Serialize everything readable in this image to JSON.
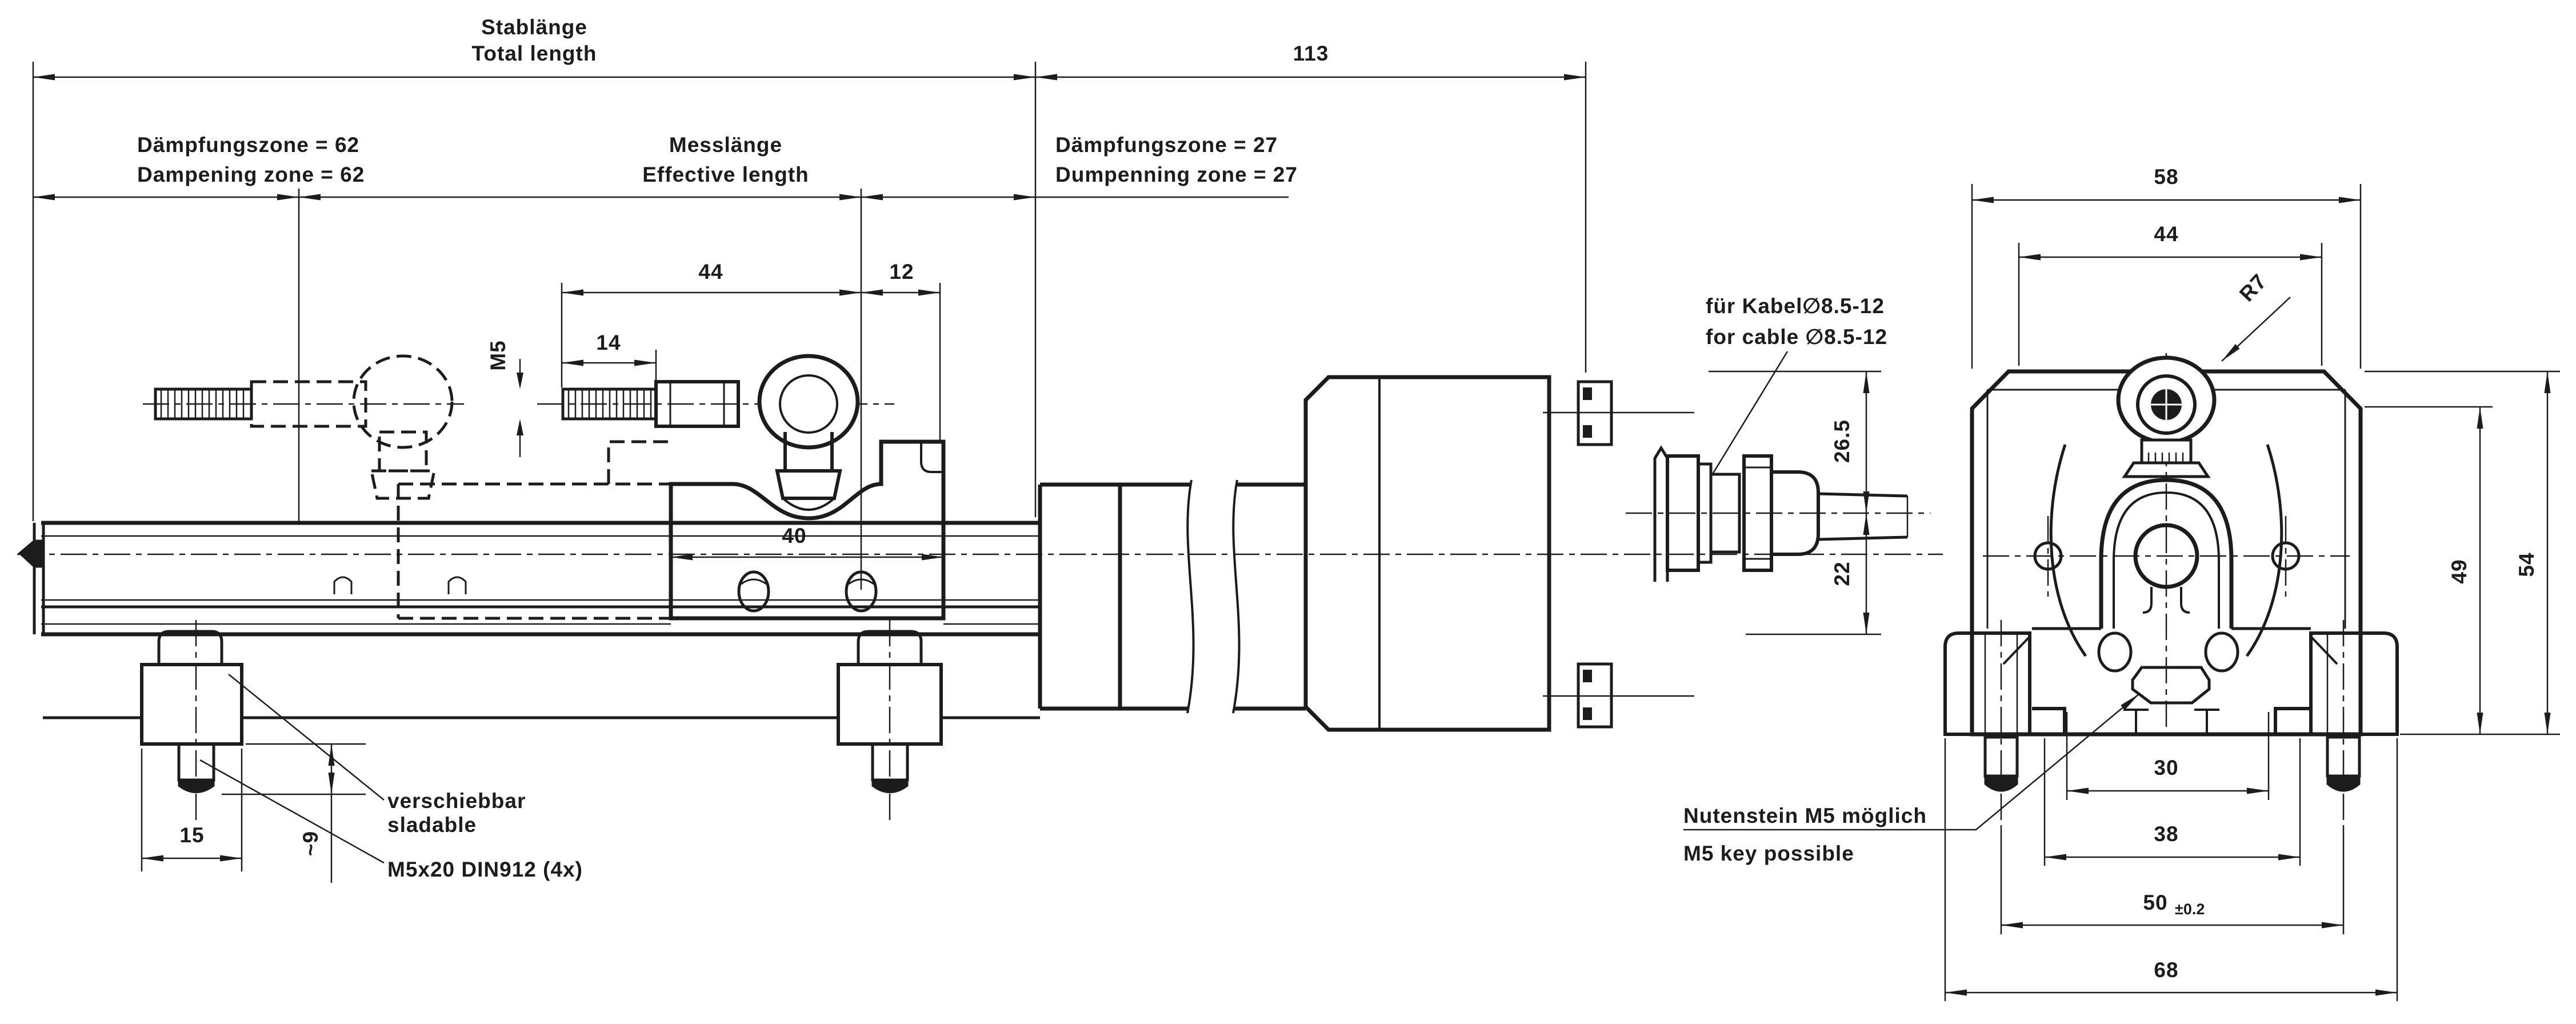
{
  "drawing": {
    "background": "#ffffff",
    "line_color": "#1c1c1c",
    "side_view": {
      "total_length_de": "Stablänge",
      "total_length_en": "Total length",
      "damping_left_de": "Dämpfungszone = 62",
      "damping_left_en": "Dampening zone = 62",
      "effective_length_de": "Messlänge",
      "effective_length_en": "Effective length",
      "damping_right_de": "Dämpfungszone = 27",
      "damping_right_en": "Dumpenning zone = 27",
      "dim_113": "113",
      "dim_44": "44",
      "dim_12": "12",
      "dim_14": "14",
      "thread_label": "M5",
      "dim_40": "40",
      "dim_15": "15",
      "dim_9": "~9",
      "screw_note": "M5x20 DIN912 (4x)",
      "slider_note_de": "verschiebbar",
      "slider_note_en": "sladable",
      "cable_note_de": "für Kabel∅8.5-12",
      "cable_note_en": "for cable ∅8.5-12",
      "dim_26_5": "26.5",
      "dim_22": "22"
    },
    "end_view": {
      "dim_58": "58",
      "dim_44": "44",
      "radius_label": "R7",
      "dim_49": "49",
      "dim_54": "54",
      "dim_30": "30",
      "dim_38": "38",
      "dim_50": "50",
      "dim_50_tol": "±0.2",
      "dim_68": "68",
      "key_note_de": "Nutenstein M5 möglich",
      "key_note_en": "M5 key possible"
    }
  }
}
